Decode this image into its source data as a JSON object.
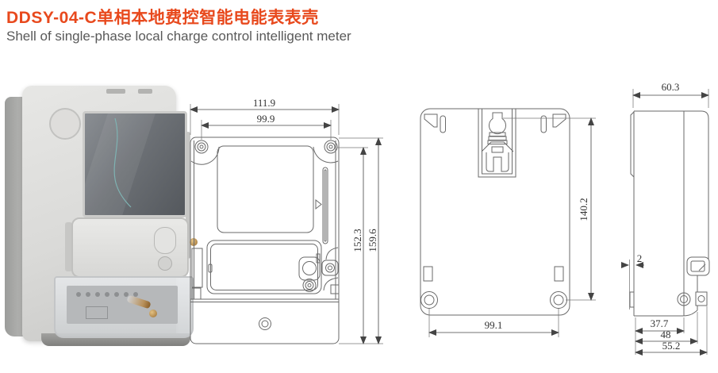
{
  "header": {
    "title": "DDSY-04-C单相本地费控智能电能表表壳",
    "subtitle": "Shell of single-phase local charge control intelligent meter"
  },
  "colors": {
    "accent": "#e8491d",
    "line": "#6a6a6a",
    "dim_text": "#333333"
  },
  "front_view": {
    "dim_outer_width": "111.9",
    "dim_hole_width": "99.9",
    "dim_inner_height": "152.3",
    "dim_outer_height": "159.6"
  },
  "back_view": {
    "dim_hole_height": "140.2",
    "dim_hole_width": "99.1"
  },
  "side_view": {
    "dim_depth": "60.3",
    "dim_lip": "2",
    "dim_a": "37.7",
    "dim_b": "48",
    "dim_c": "55.2"
  }
}
